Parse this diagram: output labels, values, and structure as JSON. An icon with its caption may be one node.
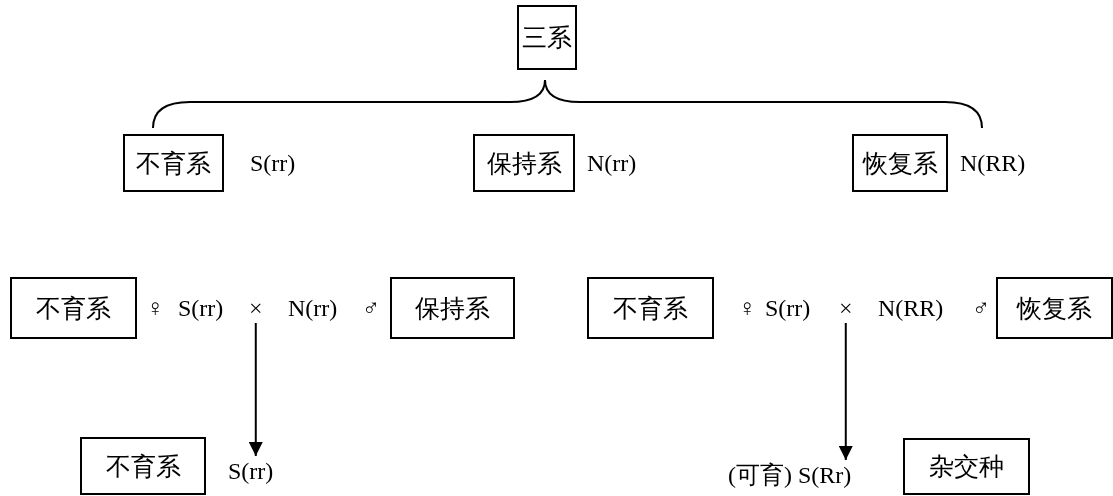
{
  "diagram": {
    "nodes": [
      {
        "text": [
          "三系"
        ]
      },
      {
        "text": [
          "不育系"
        ],
        "beside": [
          "S(rr)"
        ]
      },
      {
        "text": [
          "保持系"
        ],
        "beside": [
          "N(rr)"
        ]
      },
      {
        "text": [
          "恢复系"
        ],
        "beside": [
          "N(RR)"
        ]
      },
      {
        "text": [
          "不育系"
        ]
      },
      {
        "text": [
          "×"
        ]
      },
      {
        "text": [
          "保持系"
        ]
      },
      {
        "text": [
          "不育系"
        ]
      },
      {
        "text": [
          "S(rr)"
        ]
      },
      {
        "text": [
          "不育系"
        ]
      },
      {
        "text": [
          "×"
        ]
      },
      {
        "text": [
          "恢复系"
        ]
      },
      {
        "text": [
          "(可育) S(Rr)"
        ]
      },
      {
        "text": [
          "杂交种"
        ]
      }
    ],
    "edges": [
      {
        "from": 5,
        "to": 8,
        "arrow": "to"
      },
      {
        "from": 10,
        "to": 12,
        "arrow": "to"
      }
    ],
    "labels": [
      "♀",
      "S(rr)",
      "N(rr)",
      "♂",
      "♀",
      "S(rr)",
      "N(RR)",
      "♂"
    ]
  }
}
